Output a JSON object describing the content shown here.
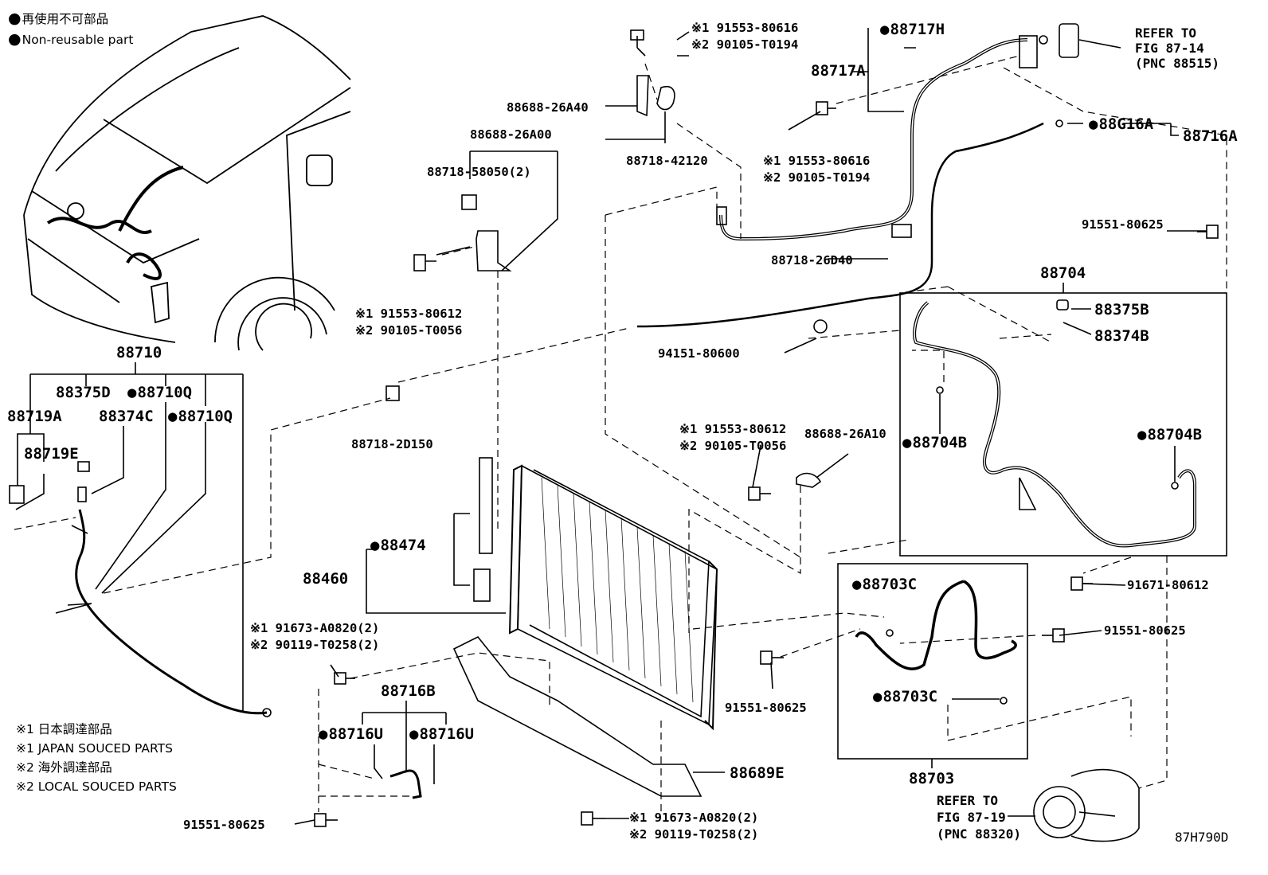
{
  "legend": {
    "non_reusable_ja": "再使用不可部品",
    "non_reusable_en": "Non-reusable part"
  },
  "footnotes": {
    "n1_ja": "※1 日本調達部品",
    "n1_en": "※1 JAPAN SOUCED PARTS",
    "n2_ja": "※2 海外調達部品",
    "n2_en": "※2 LOCAL SOUCED PARTS"
  },
  "figure_id": "87H790D",
  "refs": {
    "fig_87_14": [
      "REFER TO",
      "FIG 87-14",
      "(PNC 88515)"
    ],
    "fig_87_19": [
      "REFER TO",
      "FIG 87-19",
      "(PNC 88320)"
    ]
  },
  "parts": {
    "p88717H": "88717H",
    "p88717A": "88717A",
    "p88G16A": "88G16A",
    "p88716A": "88716A",
    "b1_a": "※1 91553-80616",
    "b1_b": "※2 90105-T0194",
    "b2_a": "※1 91553-80616",
    "b2_b": "※2 90105-T0194",
    "p88688_26A40": "88688-26A40",
    "p88718_42120": "88718-42120",
    "p88688_26A00": "88688-26A00",
    "p88718_58050": "88718-58050(2)",
    "b3_a": "※1 91553-80612",
    "b3_b": "※2 90105-T0056",
    "p88718_26D40": "88718-26D40",
    "p91551_80625_a": "91551-80625",
    "p88704": "88704",
    "p88375B": "88375B",
    "p88374B": "88374B",
    "p94151_80600": "94151-80600",
    "p88718_2D150": "88718-2D150",
    "b4_a": "※1 91553-80612",
    "b4_b": "※2 90105-T0056",
    "p88688_26A10": "88688-26A10",
    "p88704B_l": "88704B",
    "p88704B_r": "88704B",
    "p88710": "88710",
    "p88375D": "88375D",
    "p88710Q_a": "88710Q",
    "p88719A": "88719A",
    "p88374C": "88374C",
    "p88710Q_b": "88710Q",
    "p88719E": "88719E",
    "p88474": "88474",
    "p88460": "88460",
    "p91671_80612": "91671-80612",
    "p88703C_a": "88703C",
    "p91551_80625_b": "91551-80625",
    "b5_a": "※1 91673-A0820(2)",
    "b5_b": "※2 90119-T0258(2)",
    "p91551_80625_c": "91551-80625",
    "p88703C_b": "88703C",
    "p88716B": "88716B",
    "p88716U_a": "88716U",
    "p88716U_b": "88716U",
    "p88703": "88703",
    "p88689E": "88689E",
    "p91551_80625_d": "91551-80625",
    "b6_a": "※1 91673-A0820(2)",
    "b6_b": "※2 90119-T0258(2)"
  }
}
